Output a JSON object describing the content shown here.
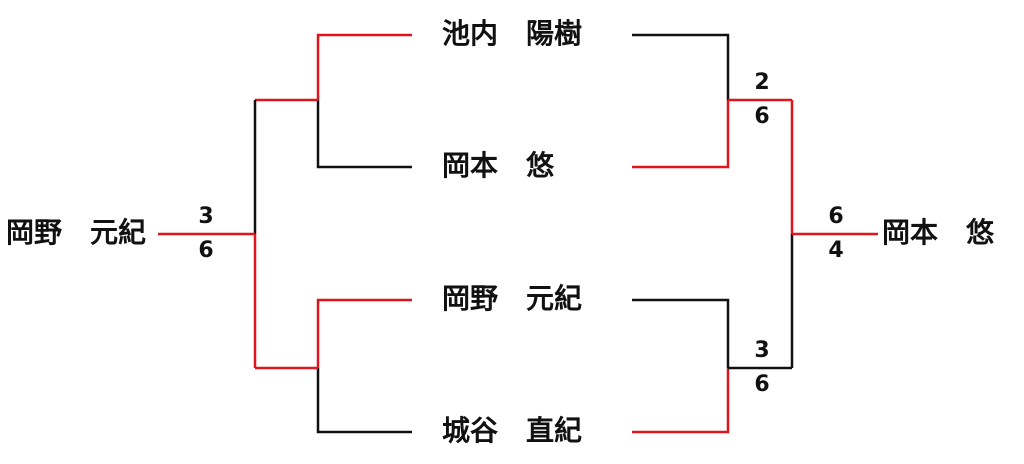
{
  "players": {
    "left_top_1": "池内　陽樹",
    "left_top_2": "岡本　悠",
    "left_bottom_1": "岡野　元紀",
    "left_bottom_2": "城谷　直紀",
    "champion_left": "岡野　元紀",
    "champion_right": "岡本　悠"
  },
  "scores": {
    "final_left_top": "3",
    "final_left_bottom": "6",
    "semi_top_upper": "2",
    "semi_top_lower": "6",
    "semi_bottom_upper": "3",
    "semi_bottom_lower": "6",
    "final_right_top": "6",
    "final_right_bottom": "4"
  },
  "colors": {
    "winner_line": "#e0141c",
    "loser_line": "#111111"
  }
}
